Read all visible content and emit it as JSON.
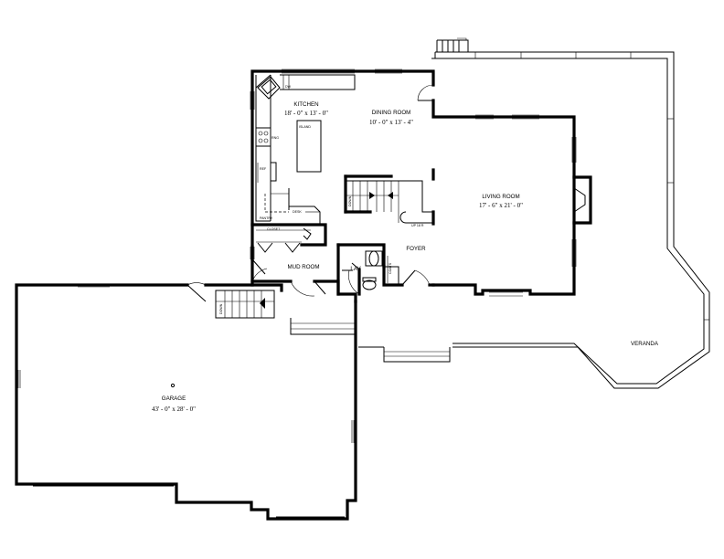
{
  "rooms": {
    "kitchen": {
      "name": "KITCHEN",
      "size": "18' - 0\" x 13' - 0\""
    },
    "dining_room": {
      "name": "DINING ROOM",
      "size": "10' - 0\" x 13' - 4\""
    },
    "living_room": {
      "name": "LIVING ROOM",
      "size": "17' - 6\" x 21' - 0\""
    },
    "garage": {
      "name": "GARAGE",
      "size": "43' - 0\" x 28' - 0\""
    },
    "mud_room": {
      "name": "MUD ROOM"
    },
    "foyer": {
      "name": "FOYER"
    },
    "lav": {
      "name": "LAV"
    },
    "veranda": {
      "name": "VERANDA"
    }
  },
  "fixtures": {
    "island": "ISLAND",
    "pantry": "PANTRY",
    "desk": "DESK",
    "closet": "CLOSET",
    "up_stair": "UP 18 R",
    "coats": "COATS",
    "down_garage": "DOWN",
    "down_main": "DOWN",
    "dw": "DW",
    "ref": "REF",
    "rng": "RNG"
  }
}
